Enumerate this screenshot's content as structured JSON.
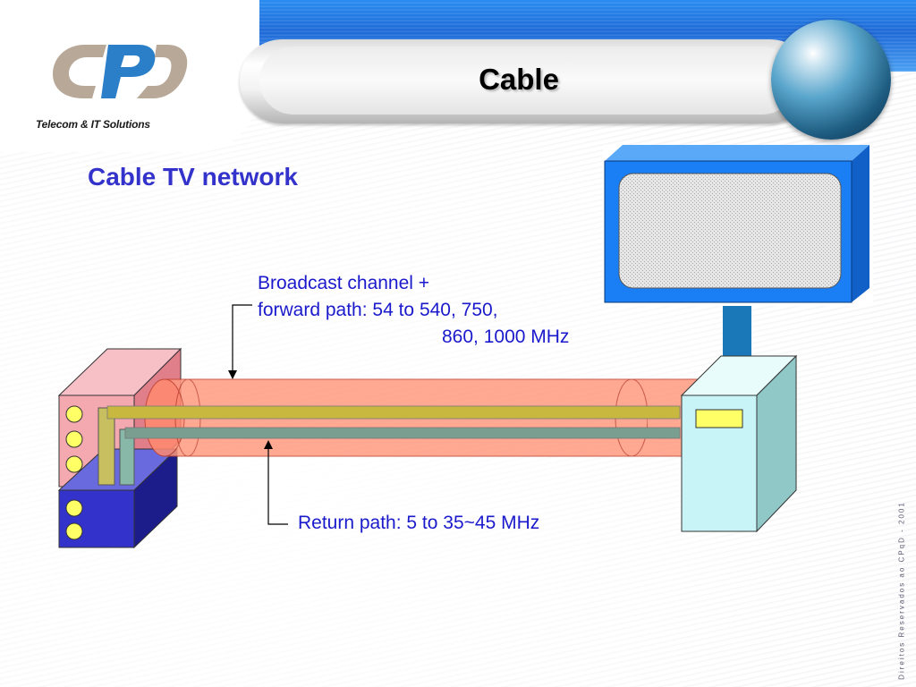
{
  "slide": {
    "title": "Cable",
    "subtitle": "Cable TV network"
  },
  "logo": {
    "brand": "CPqD",
    "tagline": "Telecom & IT Solutions"
  },
  "diagram": {
    "forward_label": {
      "line1": "Broadcast channel +",
      "line2": "forward path: 54 to 540, 750,",
      "line3": "860, 1000 MHz"
    },
    "return_label": "Return path: 5 to 35~45 MHz"
  },
  "footer": {
    "copyright": "Direitos Reservados ao CPqD - 2001"
  },
  "colors": {
    "title_text": "#000000",
    "subtitle_text": "#3333cc",
    "label_text": "#1a1acc",
    "cable_fill": "#ff9a80",
    "tv_frame": "#1a7ef5",
    "settop_box": "#c8f4f8",
    "headend_top": "#f4a8b0",
    "headend_bottom": "#3333cc",
    "top_band": "#2a7fe8"
  },
  "icons": [
    "globe-icon",
    "logo-icon",
    "tv-icon",
    "settop-box-icon",
    "headend-icon",
    "arrow-down-icon",
    "arrow-up-icon"
  ]
}
